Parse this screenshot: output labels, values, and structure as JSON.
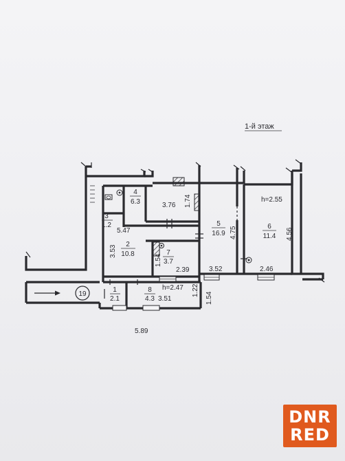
{
  "plan": {
    "floor_title": "1-й этаж",
    "height_note": "h=2.55",
    "corridor_height": "h=2.47",
    "apartment_number": "19",
    "rooms": [
      {
        "number": "1",
        "area": "2.1"
      },
      {
        "number": "2",
        "area": "10.8"
      },
      {
        "number": "3",
        "area": "1.2"
      },
      {
        "number": "4",
        "area": "6.3"
      },
      {
        "number": "5",
        "area": "16.9"
      },
      {
        "number": "6",
        "area": "11.4"
      },
      {
        "number": "7",
        "area": "3.7"
      },
      {
        "number": "8",
        "area": "4.3"
      }
    ],
    "dimensions": {
      "d_3_76": "3.76",
      "d_1_74": "1.74",
      "d_5_47": "5.47",
      "d_3_53": "3.53",
      "d_1_54a": "1.54",
      "d_2_39": "2.39",
      "d_4_75": "4.75",
      "d_4_56": "4.56",
      "d_3_52": "3.52",
      "d_2_46": "2.46",
      "d_1_22": "1.22",
      "d_3_51": "3.51",
      "d_1_54b": "1.54",
      "d_5_89": "5.89"
    }
  },
  "watermark": {
    "line1": "DNR",
    "line2": "RED",
    "color": "#e05a1e"
  }
}
